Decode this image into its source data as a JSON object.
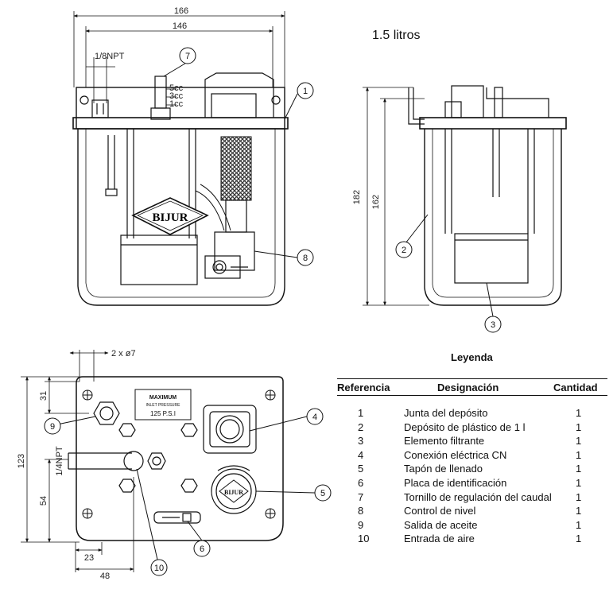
{
  "capacity_label": "1.5 litros",
  "dimensions": {
    "overall_width": "166",
    "mount_width": "146",
    "thread_top": "1/8NPT",
    "height_overall": "182",
    "height_mount": "162",
    "outlet_spec": "2 x ø7",
    "offset_top": "31",
    "base_height": "123",
    "thread_side": "1/4NPT",
    "inlet_height": "54",
    "inlet_offset": "23",
    "outlet_offset": "48"
  },
  "brand": "BIJUR",
  "plate": {
    "line1": "MAXIMUM",
    "line2": "INLET PRESSURE",
    "line3": "125 P.S.I"
  },
  "gauge_marks": [
    "5cc",
    "3cc",
    "1cc"
  ],
  "callouts": [
    "1",
    "2",
    "3",
    "4",
    "5",
    "6",
    "7",
    "8",
    "9",
    "10"
  ],
  "legend": {
    "title": "Leyenda",
    "headers": {
      "ref": "Referencia",
      "name": "Designación",
      "qty": "Cantidad"
    },
    "rows": [
      {
        "ref": "1",
        "name": "Junta del depósito",
        "qty": "1"
      },
      {
        "ref": "2",
        "name": "Depósito de plástico de 1 l",
        "qty": "1"
      },
      {
        "ref": "3",
        "name": "Elemento filtrante",
        "qty": "1"
      },
      {
        "ref": "4",
        "name": "Conexión eléctrica CN",
        "qty": "1"
      },
      {
        "ref": "5",
        "name": "Tapón de llenado",
        "qty": "1"
      },
      {
        "ref": "6",
        "name": "Placa de identificación",
        "qty": "1"
      },
      {
        "ref": "7",
        "name": "Tornillo de regulación del caudal",
        "qty": "1"
      },
      {
        "ref": "8",
        "name": "Control de nivel",
        "qty": "1"
      },
      {
        "ref": "9",
        "name": "Salida de aceite",
        "qty": "1"
      },
      {
        "ref": "10",
        "name": "Entrada de aire",
        "qty": "1"
      }
    ]
  }
}
